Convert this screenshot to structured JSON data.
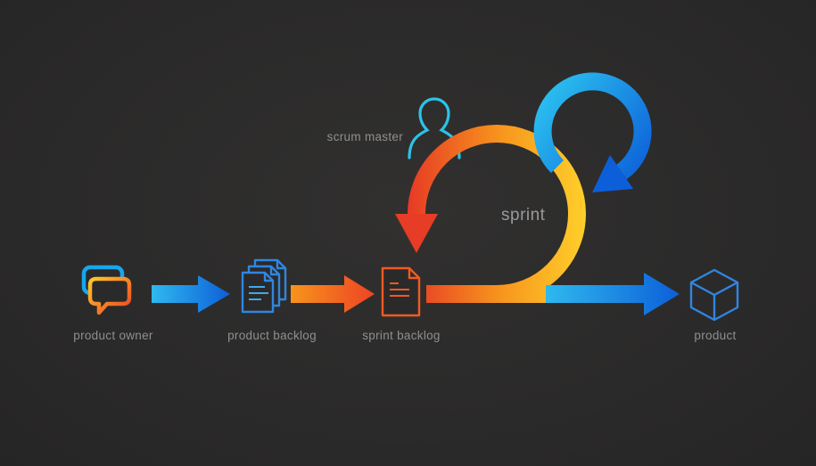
{
  "title": "scrum process diagram",
  "background_color": "#2b2a2a",
  "labels": {
    "product_owner": "product owner",
    "product_backlog": "product backlog",
    "sprint_backlog": "sprint backlog",
    "scrum_master": "scrum master",
    "sprint": "sprint",
    "product": "product"
  },
  "colors": {
    "label_text": "#8f8f8f",
    "blue_light": "#2fb9ef",
    "blue_dark": "#0c5fd8",
    "orange": "#f7941d",
    "red_orange": "#ee4323",
    "red": "#e73c25",
    "yellow": "#ffd12b",
    "cyan": "#2cc3e8",
    "cube_blue": "#2f86e0"
  },
  "diagram": {
    "type": "flow",
    "nodes": [
      {
        "id": "product-owner",
        "label": "product owner",
        "icon": "chat-bubbles-icon"
      },
      {
        "id": "product-backlog",
        "label": "product backlog",
        "icon": "documents-stack-icon"
      },
      {
        "id": "sprint-backlog",
        "label": "sprint backlog",
        "icon": "document-icon"
      },
      {
        "id": "sprint",
        "label": "sprint",
        "icon": "sprint-loop-arrow"
      },
      {
        "id": "daily-scrum",
        "label": "",
        "icon": "small-blue-loop-arrow"
      },
      {
        "id": "scrum-master",
        "label": "scrum master",
        "icon": "person-icon"
      },
      {
        "id": "product",
        "label": "product",
        "icon": "cube-icon"
      }
    ],
    "flows": [
      {
        "from": "product-owner",
        "to": "product-backlog",
        "style": "blue-gradient-arrow"
      },
      {
        "from": "product-backlog",
        "to": "sprint-backlog",
        "style": "orange-gradient-arrow"
      },
      {
        "from": "sprint-backlog",
        "to": "sprint-loop",
        "style": "orange-yellow-gradient-line"
      },
      {
        "from": "sprint-loop",
        "to": "product",
        "style": "blue-gradient-arrow"
      }
    ]
  }
}
